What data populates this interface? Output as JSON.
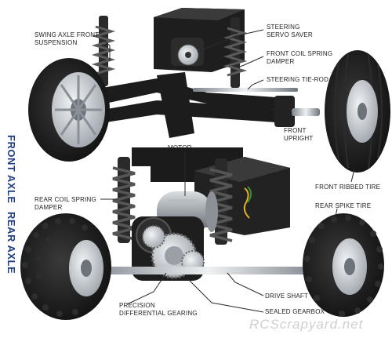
{
  "axles": {
    "front": "FRONT AXLE",
    "rear": "REAR AXLE"
  },
  "callouts": {
    "swing_axle_front_suspension": "SWING AXLE FRONT\nSUSPENSION",
    "steering_servo_saver": "STEERING\nSERVO SAVER",
    "front_coil_spring_damper": "FRONT COIL SPRING\nDAMPER",
    "steering_tie_rod": "STEERING TIE-ROD",
    "front_upright": "FRONT\nUPRIGHT",
    "motor": "MOTOR",
    "front_ribbed_tire": "FRONT RIBBED TIRE",
    "rear_coil_spring_damper": "REAR COIL SPRING\nDAMPER",
    "rear_spike_tire": "REAR SPIKE TIRE",
    "drive_shaft": "DRIVE SHAFT",
    "precision_differential_gearing": "PRECISION\nDIFFERENTIAL GEARING",
    "sealed_gearbox": "SEALED GEARBOX"
  },
  "watermark": "RCScrapyard.net",
  "colors": {
    "axle_title": "#1f3e86",
    "leader_line": "#2a2a2a",
    "chassis": "#1c1c1c",
    "rim": "#c8ccd2"
  }
}
